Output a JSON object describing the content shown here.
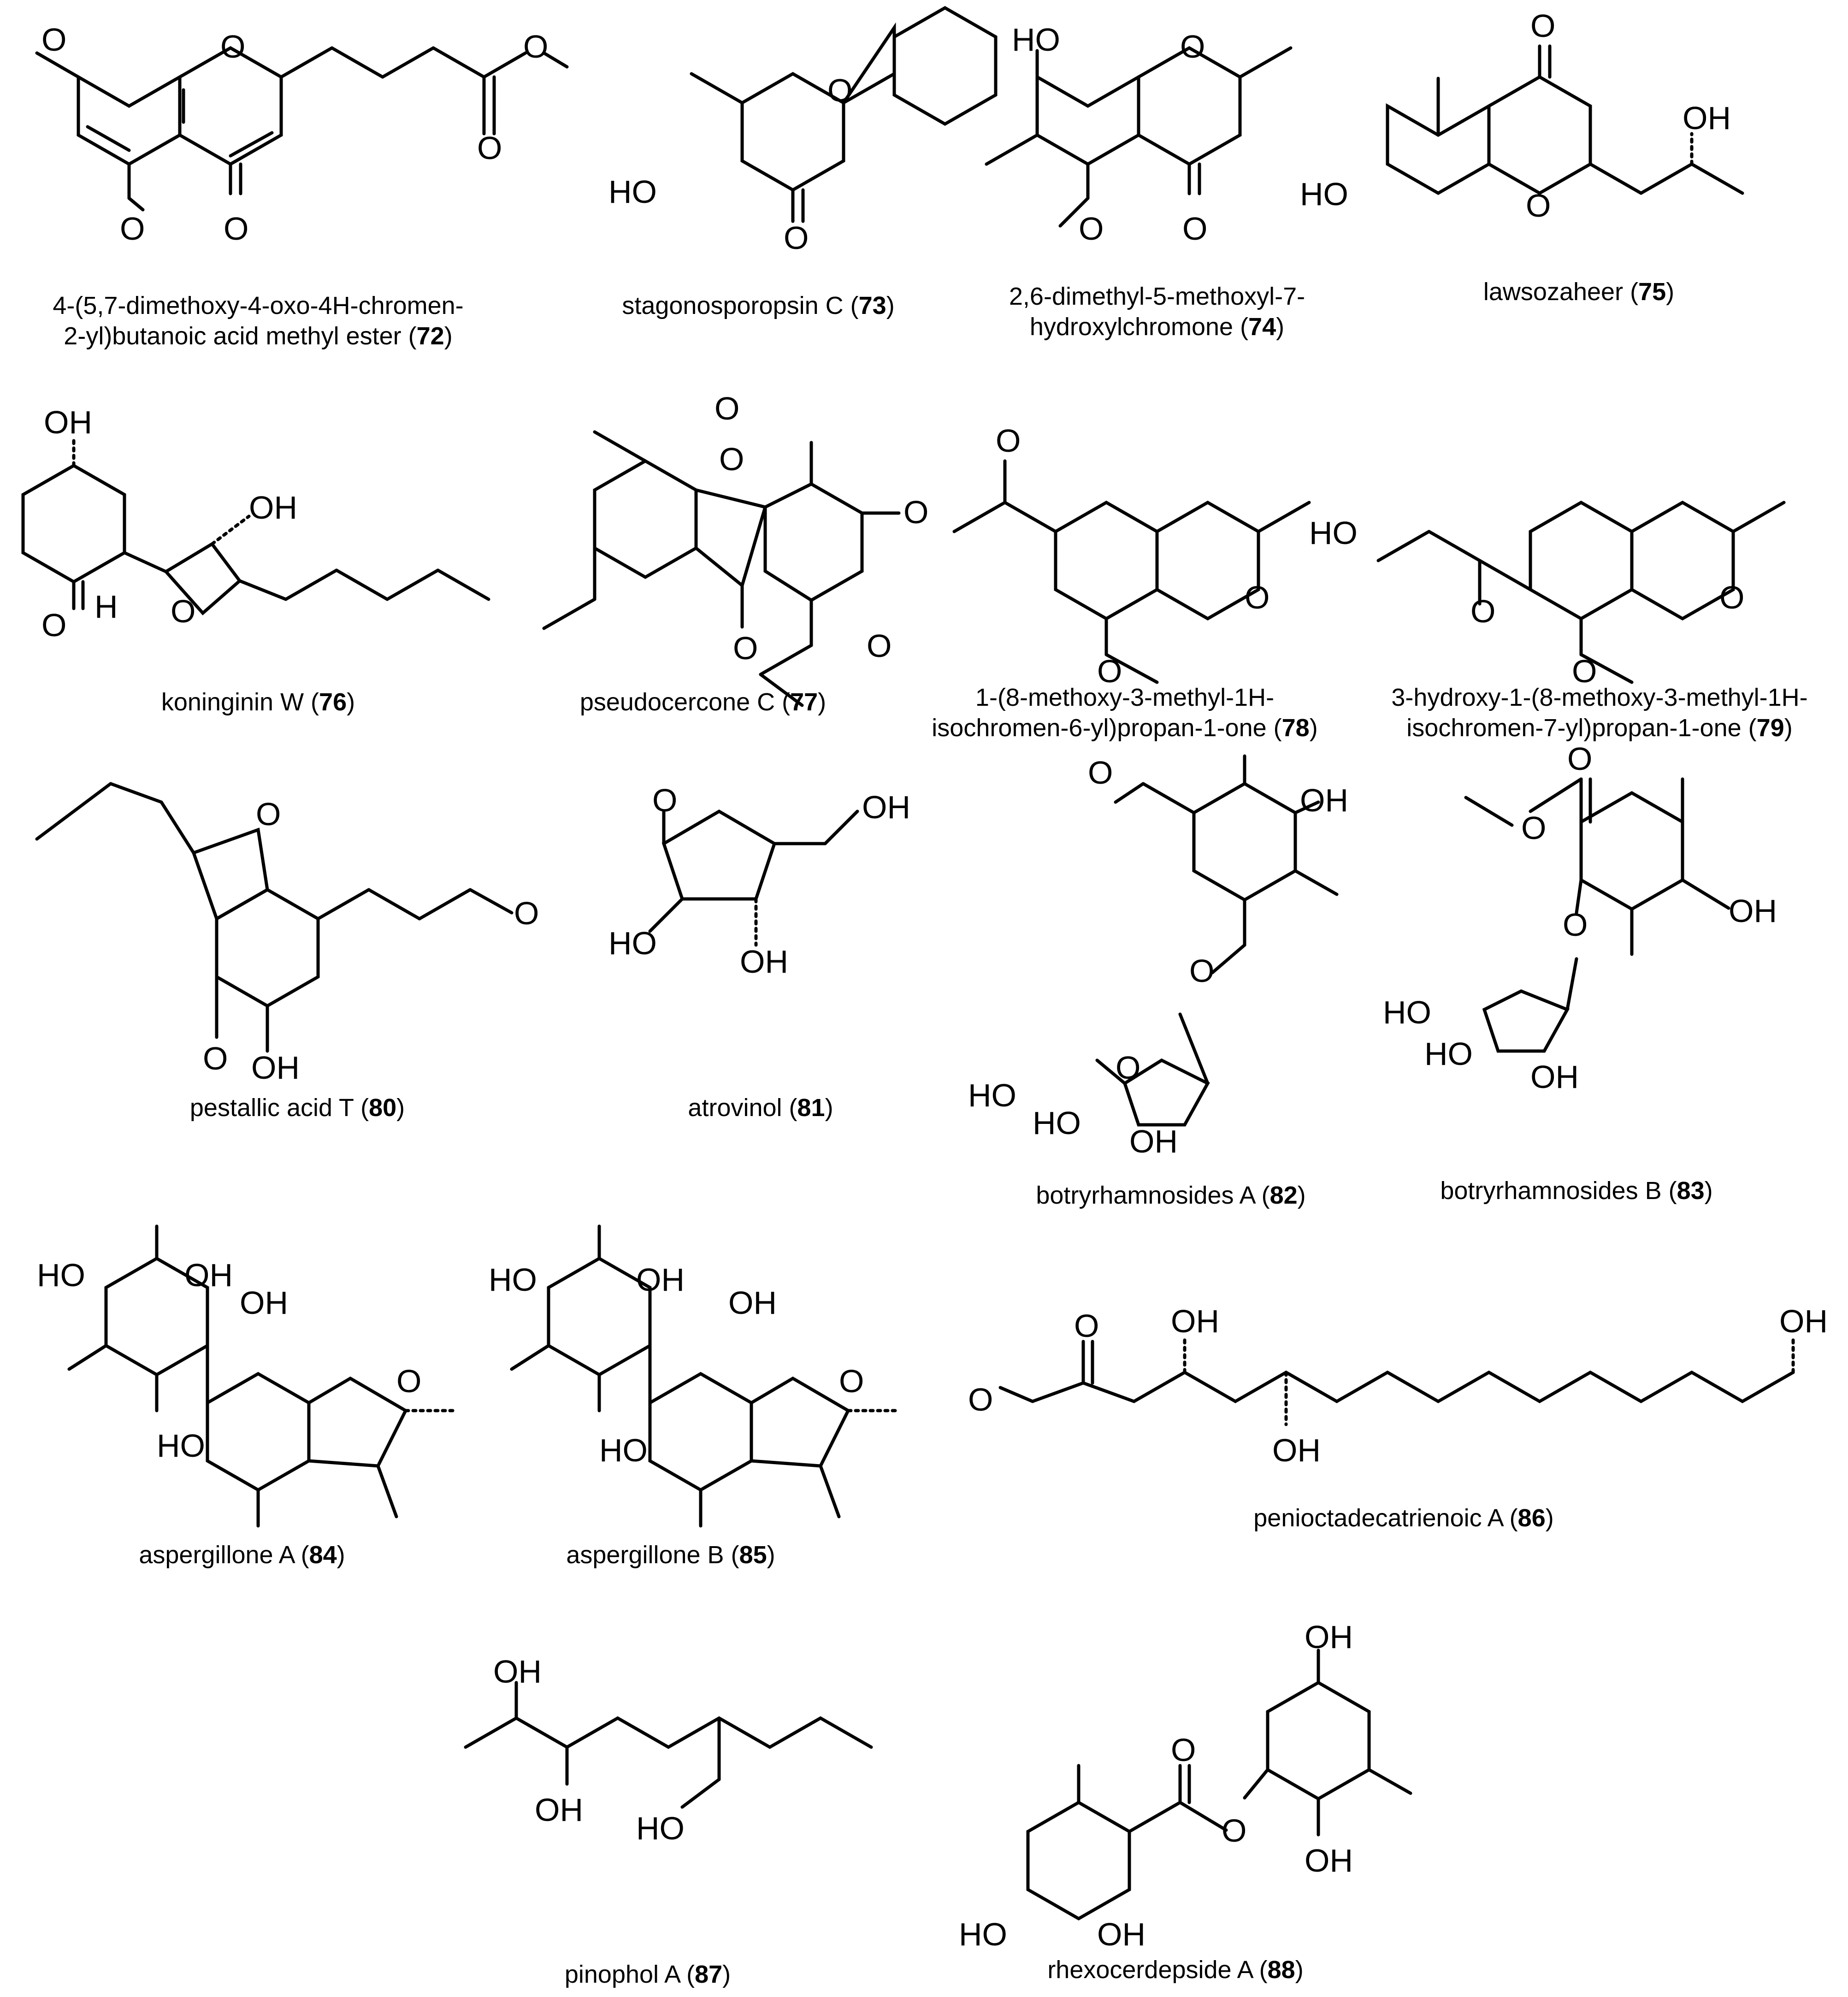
{
  "compounds": [
    {
      "name_lines": [
        "4-(5,7-dimethoxy-4-oxo-4H-chromen-",
        "2-yl)butanoic acid methyl ester ("
      ],
      "number": "72",
      "suffix": ")"
    },
    {
      "name_lines": [
        "stagonosporopsin C ("
      ],
      "number": "73",
      "suffix": ")"
    },
    {
      "name_lines": [
        "2,6-dimethyl-5-methoxyl-7-",
        "hydroxylchromone ("
      ],
      "number": "74",
      "suffix": ")"
    },
    {
      "name_lines": [
        "lawsozaheer ("
      ],
      "number": "75",
      "suffix": ")"
    },
    {
      "name_lines": [
        "koninginin W ("
      ],
      "number": "76",
      "suffix": ")"
    },
    {
      "name_lines": [
        "pseudocercone C ("
      ],
      "number": "77",
      "suffix": ")"
    },
    {
      "name_lines": [
        "1-(8-methoxy-3-methyl-1H-",
        "isochromen-6-yl)propan-1-one ("
      ],
      "number": "78",
      "suffix": ")"
    },
    {
      "name_lines": [
        "3-hydroxy-1-(8-methoxy-3-methyl-1H-",
        "isochromen-7-yl)propan-1-one ("
      ],
      "number": "79",
      "suffix": ")"
    },
    {
      "name_lines": [
        "pestallic acid T ("
      ],
      "number": "80",
      "suffix": ")"
    },
    {
      "name_lines": [
        "atrovinol ("
      ],
      "number": "81",
      "suffix": ")"
    },
    {
      "name_lines": [
        "botryrhamnosides A ("
      ],
      "number": "82",
      "suffix": ")"
    },
    {
      "name_lines": [
        "botryrhamnosides B ("
      ],
      "number": "83",
      "suffix": ")"
    },
    {
      "name_lines": [
        "aspergillone A ("
      ],
      "number": "84",
      "suffix": ")"
    },
    {
      "name_lines": [
        "aspergillone B ("
      ],
      "number": "85",
      "suffix": ")"
    },
    {
      "name_lines": [
        "penioctadecatrienoic A ("
      ],
      "number": "86",
      "suffix": ")"
    },
    {
      "name_lines": [
        "pinophol A ("
      ],
      "number": "87",
      "suffix": ")"
    },
    {
      "name_lines": [
        "rhexocerdepside A ("
      ],
      "number": "88",
      "suffix": ")"
    }
  ],
  "atom_labels": {
    "O": "O",
    "OH": "OH",
    "HO": "HO",
    "H": "H"
  }
}
